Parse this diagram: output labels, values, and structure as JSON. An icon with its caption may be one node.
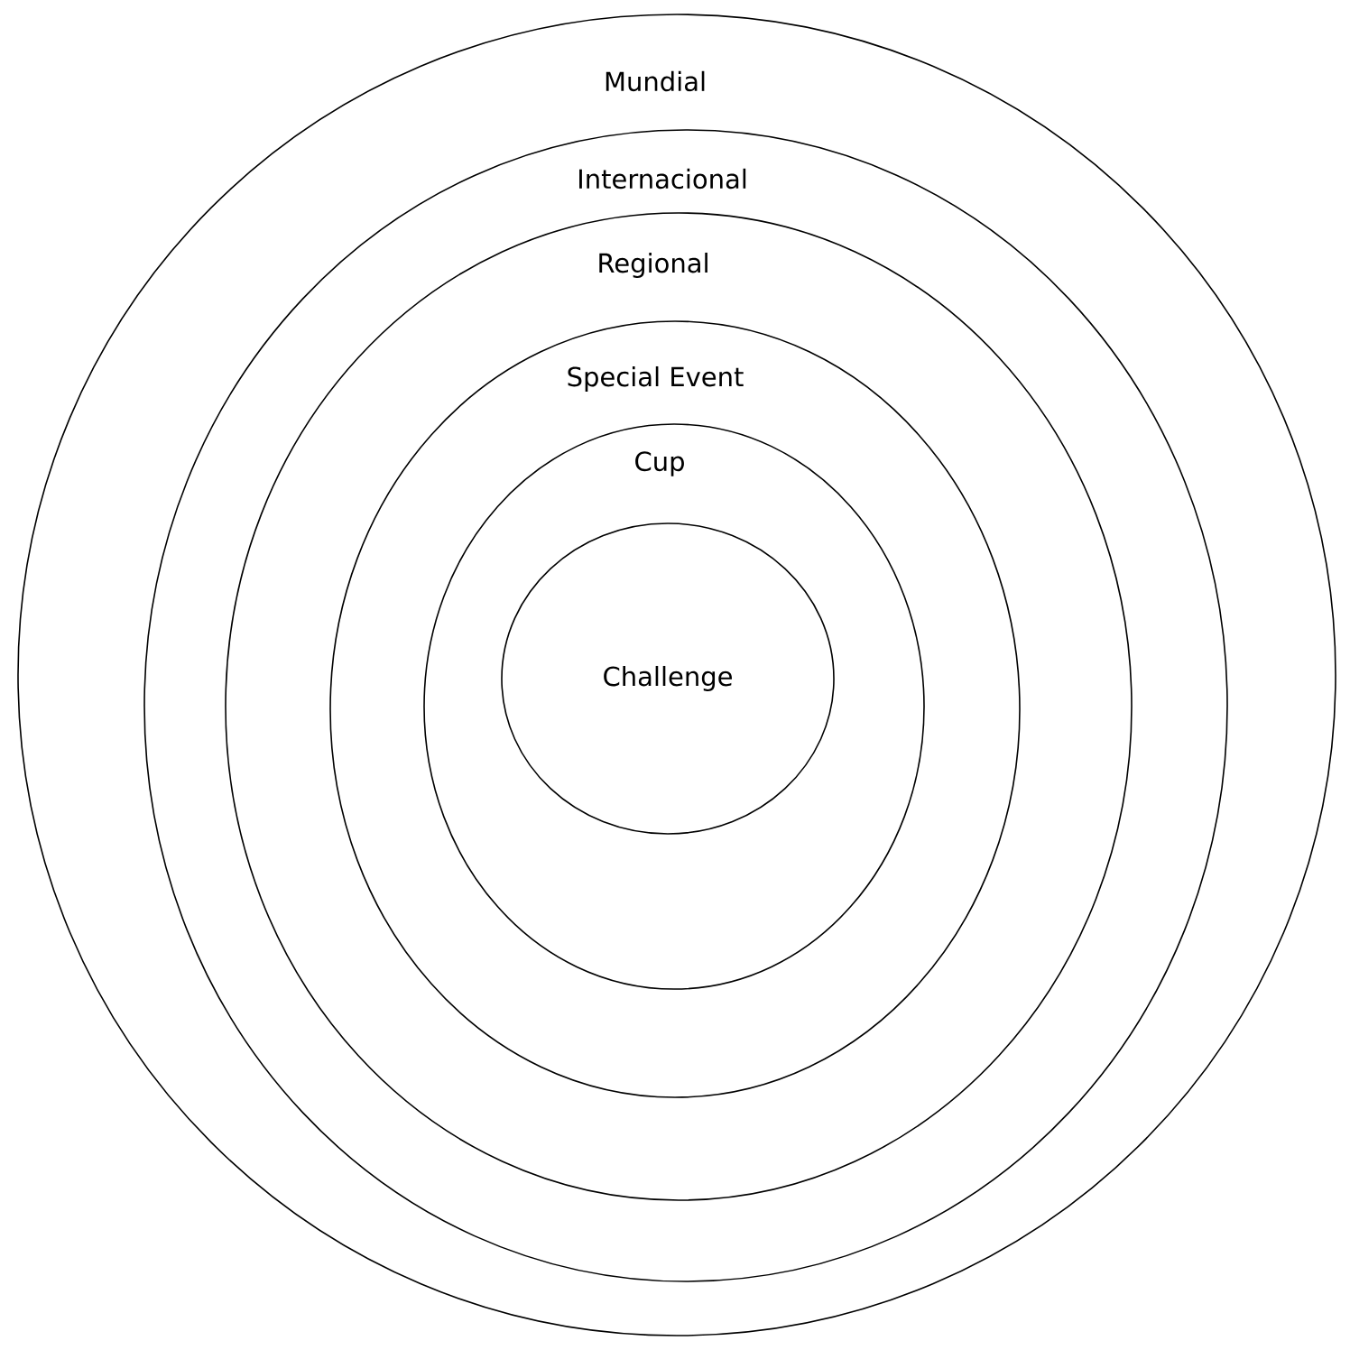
{
  "diagram": {
    "nodes": [
      {
        "text": [
          "Mundial"
        ]
      },
      {
        "text": [
          "Internacional"
        ],
        "in": 0
      },
      {
        "text": [
          "Regional"
        ],
        "in": 1
      },
      {
        "text": [
          "Special Event"
        ],
        "in": 2
      },
      {
        "text": [
          "Cup"
        ],
        "in": 3
      },
      {
        "text": [
          "Challenge"
        ],
        "in": 4
      }
    ]
  }
}
